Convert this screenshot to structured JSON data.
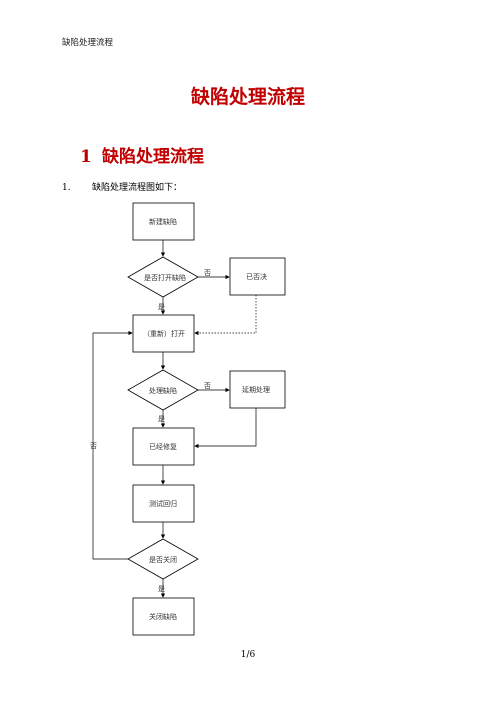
{
  "header": {
    "text": "缺陷处理流程"
  },
  "title": "缺陷处理流程",
  "section": {
    "number": "1",
    "title": "缺陷处理流程"
  },
  "list": {
    "marker": "1.",
    "text": "缺陷处理流程图如下："
  },
  "flow": {
    "new_defect": "新建缺陷",
    "open_decision": "是否打开缺陷",
    "denied": "已否决",
    "reopen": "（重新）打开",
    "handle_decision": "处理缺陷",
    "postpone": "延期处理",
    "fixed": "已经修复",
    "retest": "测试回归",
    "close_decision": "是否关闭",
    "close_defect": "关闭缺陷",
    "yes_label": "是",
    "no_label": "否"
  },
  "footer": {
    "page": "1/6"
  },
  "colors": {
    "heading": "#c00000",
    "line": "#000000"
  }
}
